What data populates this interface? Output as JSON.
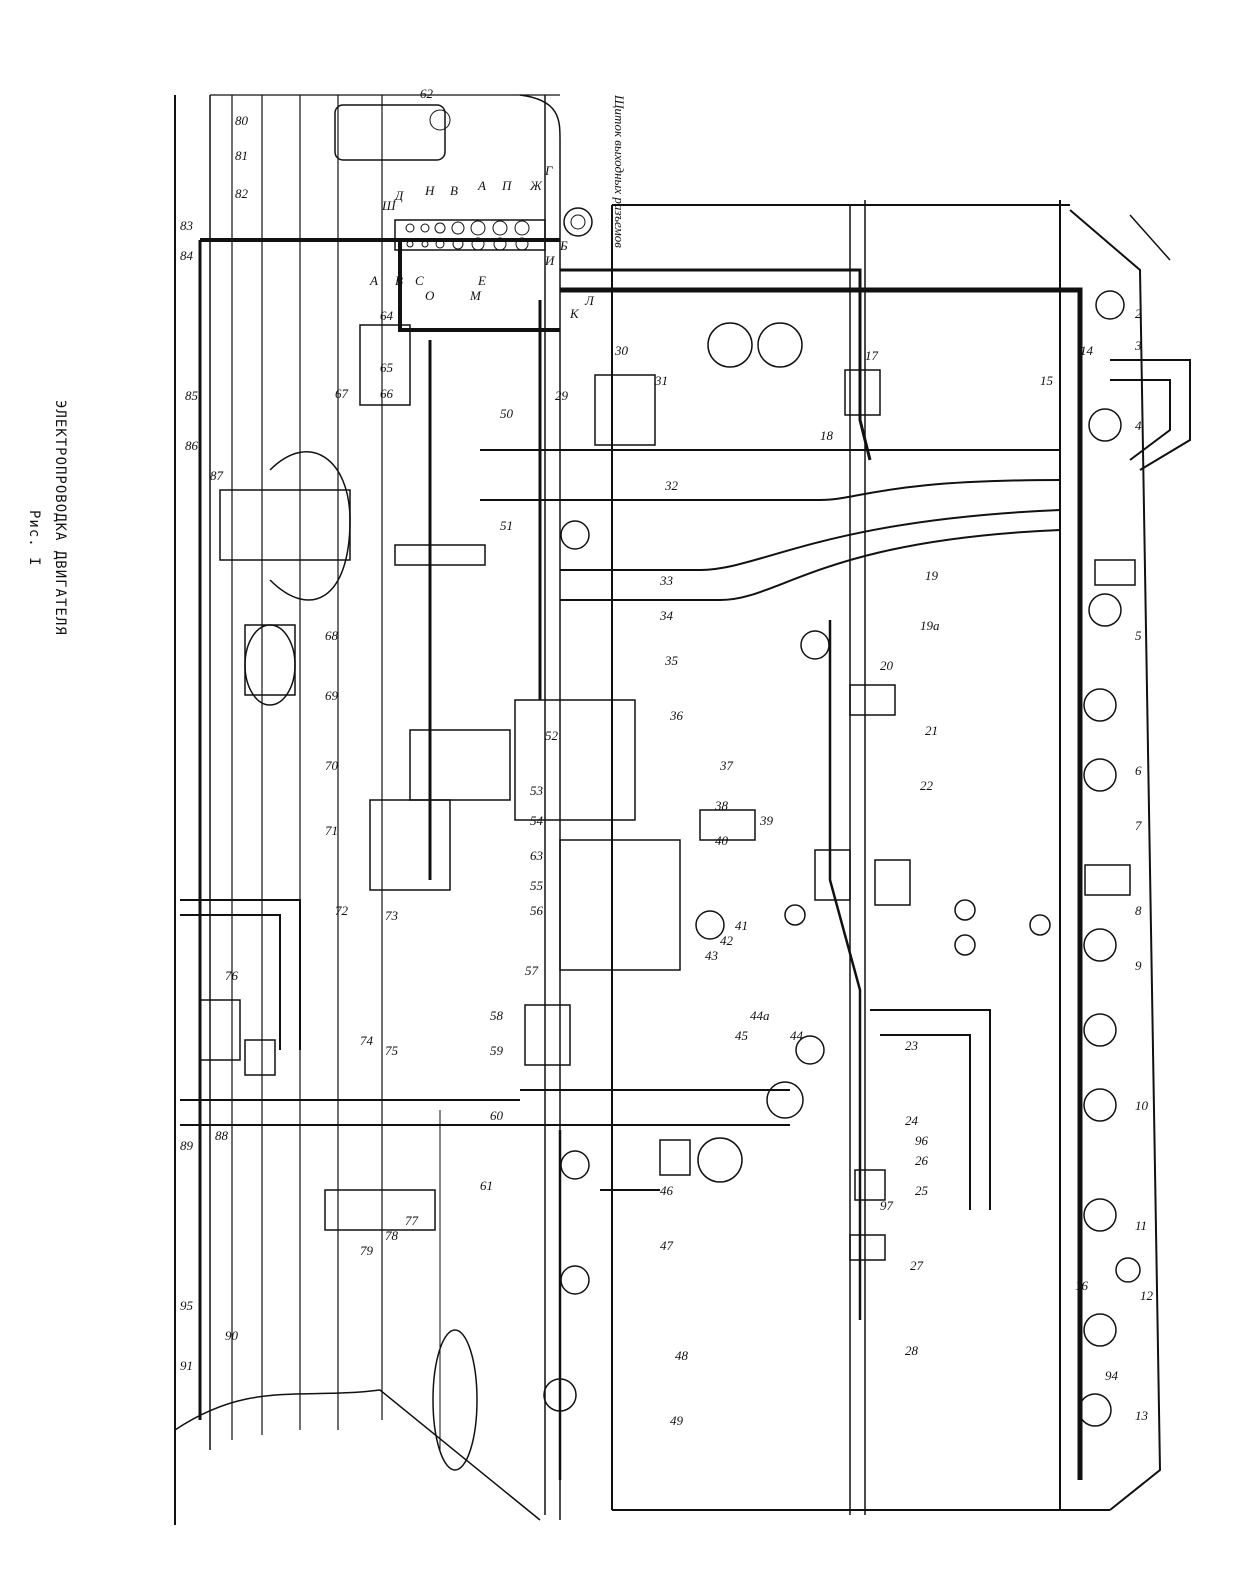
{
  "caption": {
    "title": "ЭЛЕКТРОПРОВОДКА ДВИГАТЕЛЯ",
    "figure": "Рис. I"
  },
  "panel": {
    "name": "Щиток выходных разъемов",
    "letters_top": [
      "Ш",
      "Д",
      "Н",
      "В",
      "А",
      "П",
      "Ж",
      "Г"
    ],
    "letters_bottom": [
      "А",
      "В",
      "С",
      "О",
      "Е",
      "М",
      "К",
      "Л",
      "И",
      "Б"
    ]
  },
  "callouts": [
    "2",
    "3",
    "4",
    "5",
    "6",
    "7",
    "8",
    "9",
    "10",
    "11",
    "12",
    "13",
    "14",
    "15",
    "16",
    "17",
    "18",
    "19",
    "19а",
    "20",
    "21",
    "22",
    "23",
    "24",
    "25",
    "26",
    "27",
    "28",
    "29",
    "30",
    "31",
    "32",
    "33",
    "34",
    "35",
    "36",
    "37",
    "38",
    "39",
    "40",
    "41",
    "42",
    "43",
    "44",
    "44а",
    "45",
    "46",
    "47",
    "48",
    "49",
    "50",
    "51",
    "52",
    "53",
    "54",
    "55",
    "56",
    "57",
    "58",
    "59",
    "60",
    "61",
    "62",
    "63",
    "64",
    "65",
    "66",
    "67",
    "68",
    "69",
    "70",
    "71",
    "72",
    "73",
    "74",
    "75",
    "76",
    "77",
    "78",
    "79",
    "80",
    "81",
    "82",
    "83",
    "84",
    "85",
    "86",
    "87",
    "88",
    "89",
    "90",
    "91",
    "94",
    "95",
    "96",
    "97"
  ]
}
